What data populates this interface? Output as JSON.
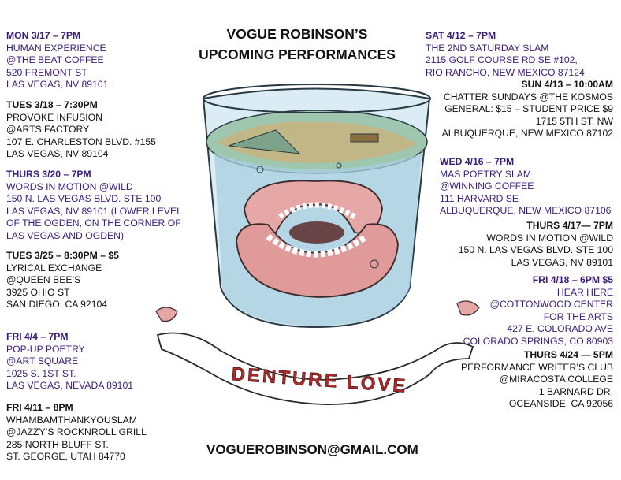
{
  "title": {
    "line1": "VOGUE ROBINSON’S",
    "line2": "UPCOMING PERFORMANCES"
  },
  "banner_text": "DENTURE LOVE",
  "email": "VOGUEROBINSON@GMAIL.COM",
  "colors": {
    "purple": "#3a1d7a",
    "black": "#111111",
    "glass": "#a8cfe0",
    "denture_gum": "#e6a7a7",
    "banner_text": "#b12a2a"
  },
  "left_events": [
    {
      "date": "MON 3/17 – 7PM",
      "lines": [
        "HUMAN EXPERIENCE",
        " @THE BEAT COFFEE",
        "520 FREMONT ST",
        "LAS VEGAS, NV 89101"
      ]
    },
    {
      "date": "TUES 3/18 – 7:30PM",
      "lines": [
        "PROVOKE INFUSION",
        "@ARTS FACTORY",
        "107 E. CHARLESTON BLVD. #155",
        "LAS VEGAS, NV 89104"
      ]
    },
    {
      "date": "THURS 3/20 – 7PM",
      "lines": [
        "WORDS IN MOTION @WILD",
        "150 N. LAS VEGAS BLVD. STE 100",
        "LAS VEGAS, NV 89101 (LOWER LEVEL",
        "OF THE OGDEN, ON THE CORNER OF",
        "LAS VEGAS AND OGDEN)"
      ]
    },
    {
      "date": "TUES 3/25 – 8:30PM – $5",
      "lines": [
        "LYRICAL EXCHANGE",
        "@QUEEN BEE’S",
        "3925 OHIO ST",
        "SAN DIEGO, CA 92104"
      ]
    },
    {
      "date": "FRI 4/4 – 7PM",
      "lines": [
        "POP-UP POETRY",
        "@ART SQUARE",
        "1025 S. 1ST ST.",
        "LAS VEGAS, NEVADA 89101"
      ]
    },
    {
      "date": "FRI 4/11 – 8PM",
      "lines": [
        "WHAMBAMTHANKYOUSLAM",
        "@JAZZY’S ROCKNROLL GRILL",
        "285 NORTH BLUFF ST.",
        "ST. GEORGE, UTAH 84770"
      ]
    }
  ],
  "right_events": [
    {
      "date": "SAT 4/12 – 7PM",
      "lines": [
        "THE 2ND SATURDAY SLAM",
        "2115 GOLF COURSE RD SE #102,",
        "RIO RANCHO, NEW MEXICO 87124"
      ]
    },
    {
      "date": "SUN 4/13 – 10:00AM",
      "lines": [
        "CHATTER SUNDAYS @THE KOSMOS",
        "GENERAL: $15 – STUDENT PRICE $9",
        "1715 5TH ST. NW",
        "ALBUQUERQUE, NEW MEXICO 87102"
      ]
    },
    {
      "date": "WED 4/16 – 7PM",
      "lines": [
        "MAS POETRY SLAM",
        "@WINNING COFFEE",
        " 111 HARVARD SE",
        "ALBUQUERQUE, NEW MEXICO 87106"
      ]
    },
    {
      "date": "THURS 4/17— 7PM",
      "lines": [
        "WORDS IN MOTION @WILD",
        "150 N. LAS VEGAS BLVD. STE 100",
        "LAS VEGAS, NV 89101"
      ]
    },
    {
      "date": "FRI 4/18 – 6PM $5",
      "lines": [
        "HEAR HERE",
        "@COTTONWOOD CENTER",
        "FOR THE ARTS",
        "427 E. COLORADO AVE",
        "COLORADO SPRINGS, CO 80903"
      ]
    },
    {
      "date": "THURS 4/24 — 5PM",
      "lines": [
        "PERFORMANCE WRITER’S CLUB",
        "@MIRACOSTA COLLEGE",
        "1 BARNARD DR.",
        "OCEANSIDE, CA 92056"
      ]
    }
  ]
}
